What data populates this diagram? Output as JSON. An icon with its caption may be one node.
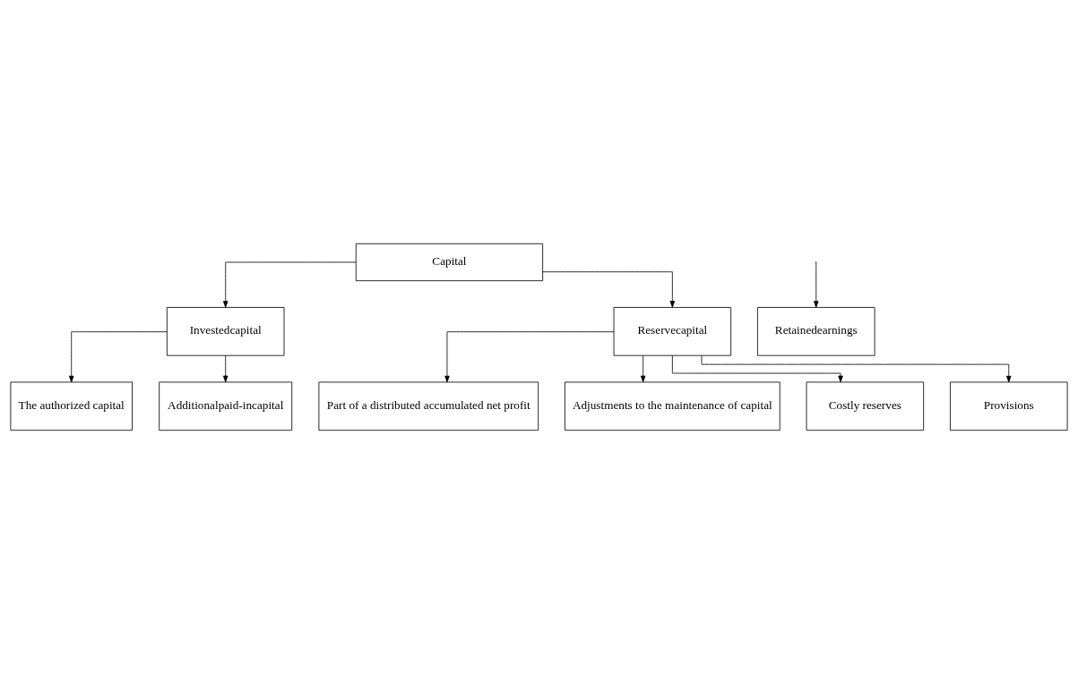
{
  "diagram": {
    "nodes": [
      {
        "text": [
          "Capital"
        ]
      },
      {
        "text": [
          "Investedcapital"
        ]
      },
      {
        "text": [
          "Retainedearnings"
        ]
      },
      {
        "text": [
          "Reservecapital"
        ]
      },
      {
        "text": [
          "The authorized capital"
        ]
      },
      {
        "text": [
          "Additionalpaid-incapital"
        ]
      },
      {
        "text": [
          "Part of a distributed accumulated net profit"
        ]
      },
      {
        "text": [
          "Adjustments to the maintenance of capital"
        ]
      },
      {
        "text": [
          "Costly reserves"
        ]
      },
      {
        "text": [
          "Provisions"
        ]
      }
    ],
    "edges": [
      {
        "from": 0,
        "to": 1,
        "arrow": "to"
      },
      {
        "from": 0,
        "to": 3,
        "arrow": "to"
      },
      {
        "from": null,
        "to": 2,
        "arrow": "to"
      },
      {
        "from": 1,
        "to": 4,
        "arrow": "to"
      },
      {
        "from": 1,
        "to": 5,
        "arrow": "to"
      },
      {
        "from": 3,
        "to": 6,
        "arrow": "to"
      },
      {
        "from": 3,
        "to": 7,
        "arrow": "to"
      },
      {
        "from": 3,
        "to": 8,
        "arrow": "to"
      },
      {
        "from": 3,
        "to": 9,
        "arrow": "to"
      }
    ]
  }
}
